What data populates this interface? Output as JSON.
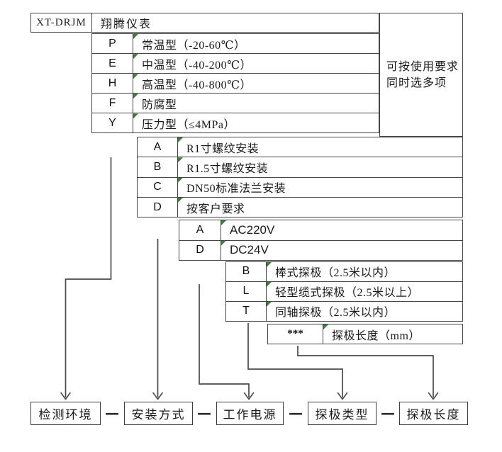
{
  "header": {
    "model": "XT-DRJM",
    "brand": "翔腾仪表"
  },
  "note": {
    "line1": "可按使用要求",
    "line2": "同时选多项"
  },
  "tables": {
    "environment": {
      "rows": [
        {
          "code": "P",
          "desc": "常温型（-20-60℃）"
        },
        {
          "code": "E",
          "desc": "中温型（-40-200℃）"
        },
        {
          "code": "H",
          "desc": "高温型（-40-800℃）"
        },
        {
          "code": "F",
          "desc": "防腐型"
        },
        {
          "code": "Y",
          "desc": "压力型（≤4MPa）"
        }
      ]
    },
    "mounting": {
      "rows": [
        {
          "code": "A",
          "desc": "R1寸螺纹安装"
        },
        {
          "code": "B",
          "desc": "R1.5寸螺纹安装"
        },
        {
          "code": "C",
          "desc": "DN50标准法兰安装"
        },
        {
          "code": "D",
          "desc": "按客户要求"
        }
      ]
    },
    "power": {
      "rows": [
        {
          "code": "A",
          "desc": "AC220V"
        },
        {
          "code": "D",
          "desc": "DC24V"
        }
      ]
    },
    "probe_type": {
      "rows": [
        {
          "code": "B",
          "desc": "棒式探极（2.5米以内）"
        },
        {
          "code": "L",
          "desc": "轻型缆式探极（2.5米以上）"
        },
        {
          "code": "T",
          "desc": "同轴探极（2.5米以内）"
        }
      ]
    },
    "probe_length": {
      "code": "***",
      "desc": "探极长度（mm）"
    }
  },
  "bottom": {
    "labels": [
      "检测环境",
      "安装方式",
      "工作电源",
      "探极类型",
      "探极长度"
    ],
    "dash": "—"
  },
  "colors": {
    "border": "#454545",
    "connector": "#4a4a4a",
    "corner_mark": "#3a7d3c",
    "text": "#1b1b1b",
    "background": "#ffffff"
  }
}
